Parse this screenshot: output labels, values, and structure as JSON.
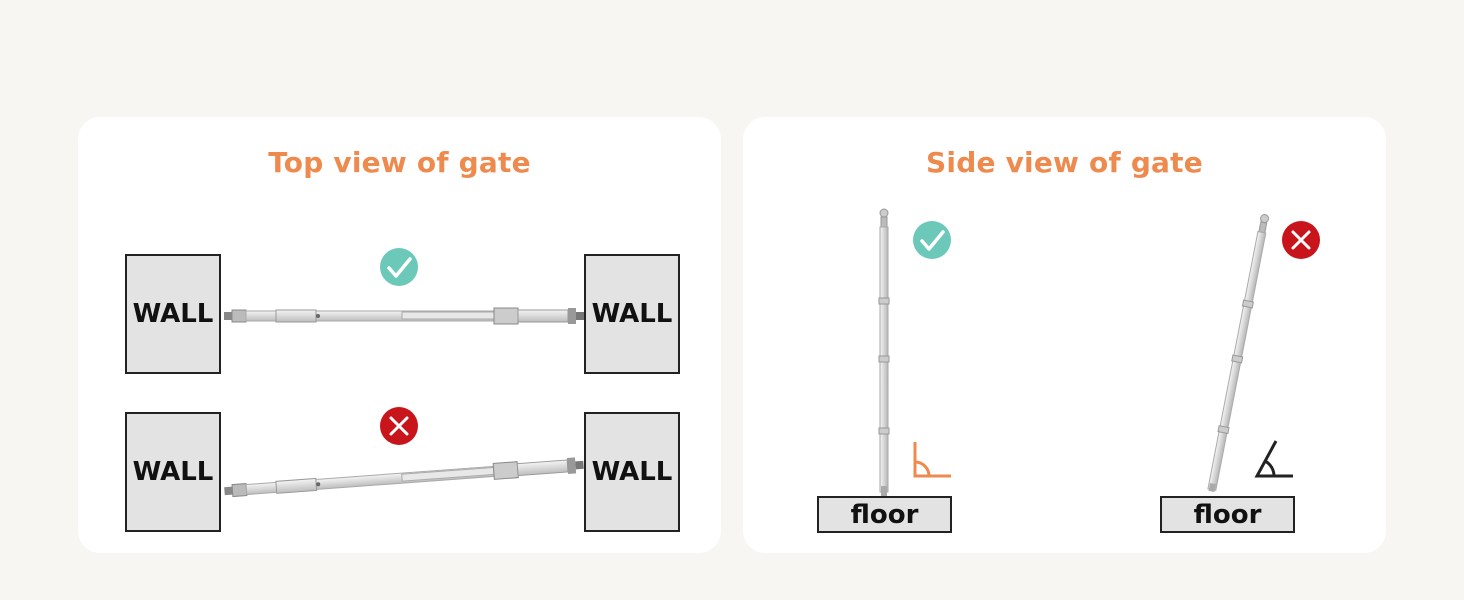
{
  "top_view": {
    "title": "Top view of gate",
    "wall_label": "WALL"
  },
  "side_view": {
    "title": "Side view of gate",
    "floor_label": "floor"
  },
  "colors": {
    "accent": "#ee8a4e",
    "check": "#6cc8b8",
    "cross": "#c8151b",
    "wall_fill": "#e4e3e3"
  },
  "icons": {
    "correct": "check-circle-icon",
    "incorrect": "x-circle-icon",
    "right_angle": "right-angle-icon",
    "acute_angle": "acute-angle-icon"
  },
  "cross_symbol": "X"
}
